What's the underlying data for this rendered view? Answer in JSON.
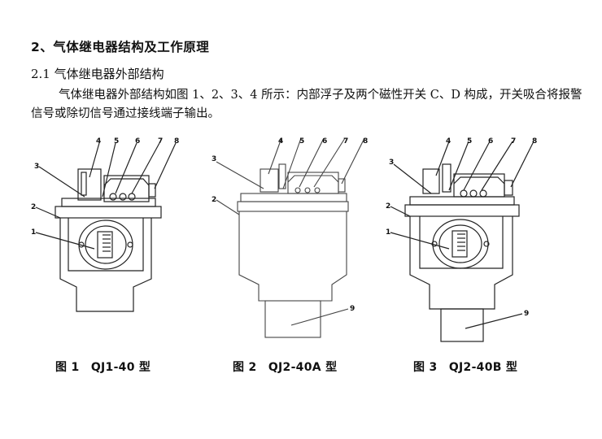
{
  "heading": "2、气体继电器结构及工作原理",
  "subheading": "2.1 气体继电器外部结构",
  "paragraph": "气体继电器外部结构如图 1、2、3、4 所示：内部浮子及两个磁性开关 C、D 构成，开关吸合将报警信号或除切信号通过接线端子输出。",
  "figures": [
    {
      "caption": "图 1　QJ1-40 型",
      "labels": [
        "1",
        "2",
        "3",
        "4",
        "5",
        "6",
        "7",
        "8"
      ]
    },
    {
      "caption": "图 2　QJ2-40A 型",
      "labels": [
        "2",
        "3",
        "4",
        "5",
        "6",
        "7",
        "8",
        "9"
      ]
    },
    {
      "caption": "图 3　QJ2-40B 型",
      "labels": [
        "1",
        "2",
        "3",
        "4",
        "5",
        "6",
        "7",
        "8",
        "9"
      ]
    }
  ]
}
